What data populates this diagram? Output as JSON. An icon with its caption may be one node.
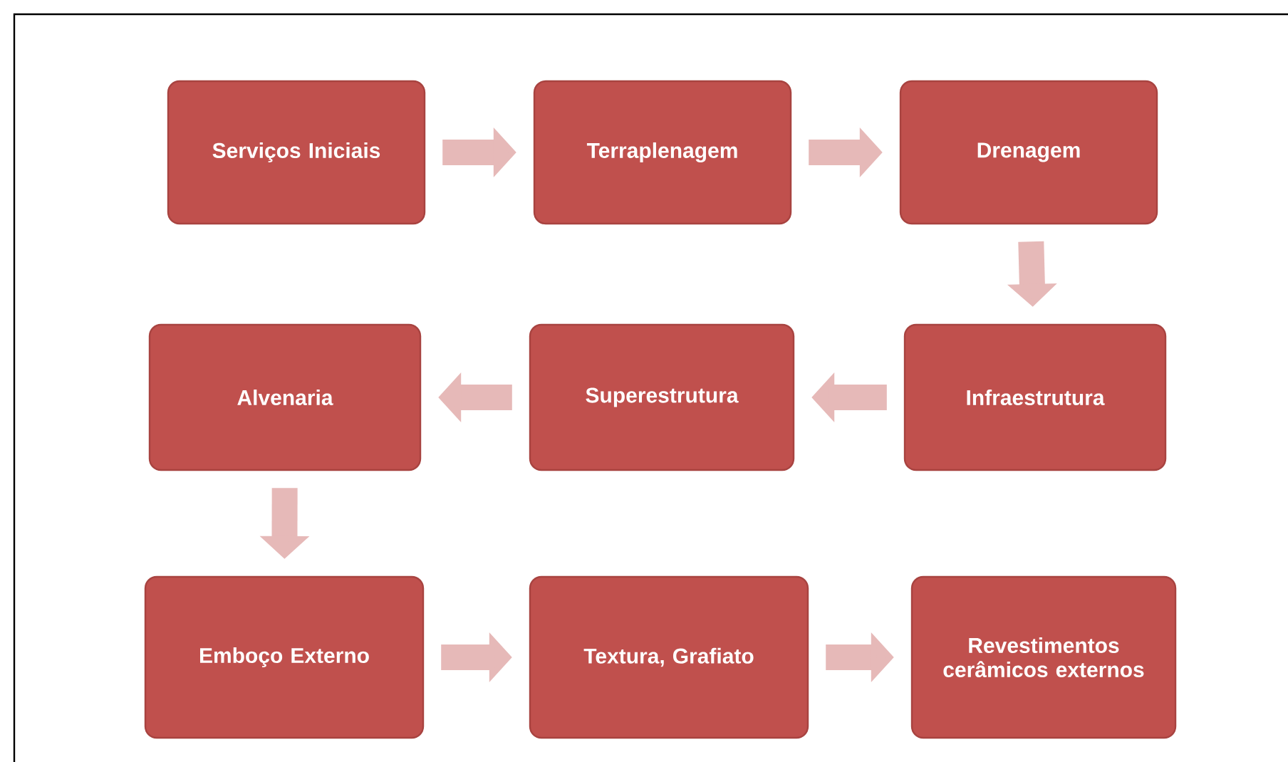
{
  "diagram": {
    "nodes": [
      {
        "text": [
          "Serviços Iniciais"
        ]
      },
      {
        "text": [
          "Terraplenagem"
        ]
      },
      {
        "text": [
          "Drenagem"
        ]
      },
      {
        "text": [
          "Alvenaria"
        ]
      },
      {
        "text": [
          "Superestrutura"
        ]
      },
      {
        "text": [
          "Infraestrutura"
        ]
      },
      {
        "text": [
          "Emboço Externo"
        ]
      },
      {
        "text": [
          "Textura, Grafiato"
        ]
      },
      {
        "text": [
          "Revestimentos cerâmicos externos"
        ]
      }
    ],
    "edges": [
      {
        "from": 0,
        "to": 1,
        "arrow": "to"
      },
      {
        "from": 1,
        "to": 2,
        "arrow": "to"
      },
      {
        "from": 2,
        "to": 5,
        "arrow": "to"
      },
      {
        "from": 5,
        "to": 4,
        "arrow": "to"
      },
      {
        "from": 4,
        "to": 3,
        "arrow": "to"
      },
      {
        "from": 3,
        "to": 6,
        "arrow": "to"
      },
      {
        "from": 6,
        "to": 7,
        "arrow": "to"
      },
      {
        "from": 7,
        "to": 8,
        "arrow": "to"
      }
    ]
  }
}
